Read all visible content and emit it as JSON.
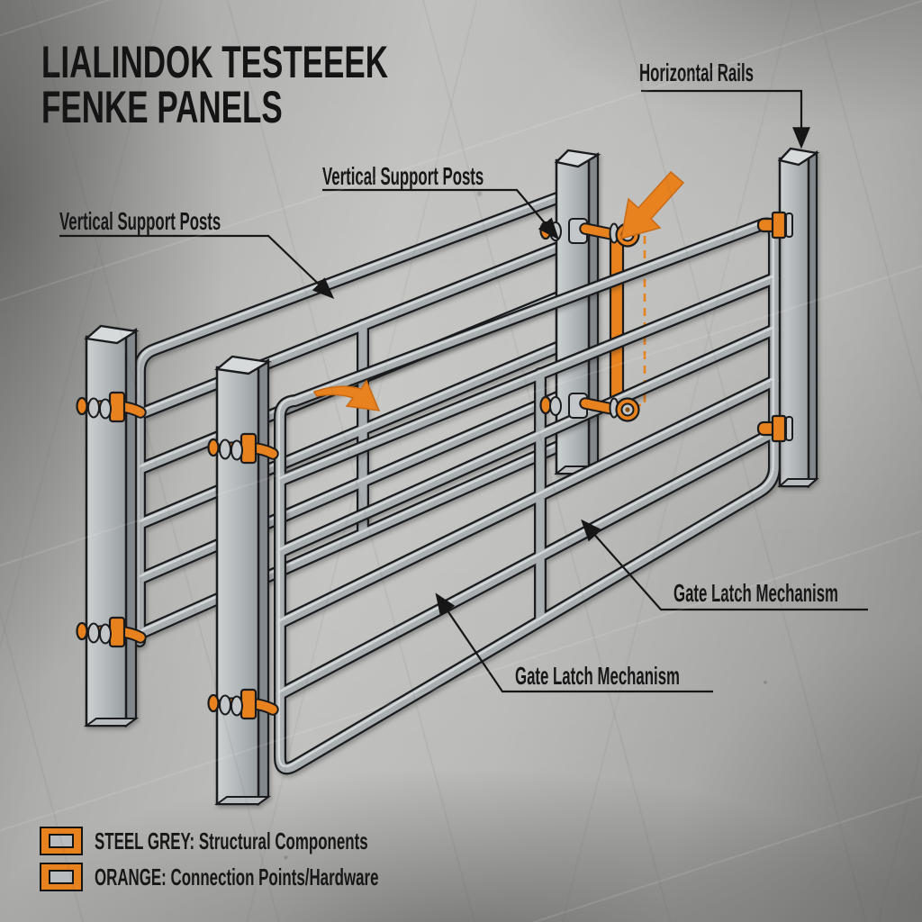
{
  "title": {
    "line1": "LIALINDOK TESTEEEK",
    "line2": "FENKE PANELS"
  },
  "labels": {
    "horizontal_rails": "Horizontal Rails",
    "vertical_support_posts_top": "Vertical Support Posts",
    "vertical_support_posts_left": "Vertical Support Posts",
    "gate_latch_right": "Gate Latch Mechanism",
    "gate_latch_bottom": "Gate Latch Mechanism"
  },
  "legend": {
    "items": [
      {
        "swatch": "steel-grey-swatch",
        "text": "STEEL GREY: Structural Components"
      },
      {
        "swatch": "orange-swatch",
        "text": "ORANGE: Connection Points/Hardware"
      }
    ]
  },
  "colors": {
    "orange": "#e8821f",
    "orange-dark": "#c96a15",
    "steel": "#a9aeb1",
    "steel-light": "#d7dadb",
    "steel-dark": "#83888c",
    "outline": "#1a1b1d",
    "ink": "#161616"
  }
}
